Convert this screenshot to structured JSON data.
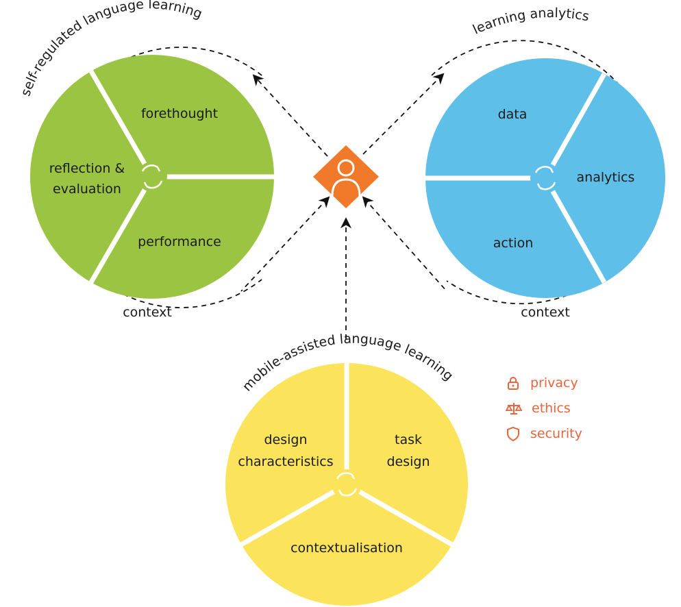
{
  "diagram": {
    "srl": {
      "title": "self-regulated language learning",
      "segments": [
        "forethought",
        "performance",
        "reflection &",
        "evaluation"
      ],
      "context": "context",
      "color": "#9cc443"
    },
    "la": {
      "title": "learning analytics",
      "segments": [
        "data",
        "analytics",
        "action"
      ],
      "context": "context",
      "color": "#5ebfe8"
    },
    "mall": {
      "title": "mobile-assisted language learning",
      "segments": [
        "design",
        "characteristics",
        "task",
        "design",
        "contextualisation"
      ],
      "color": "#fbe45b"
    },
    "center": {
      "icon": "learner-icon",
      "color": "#f07a2a"
    },
    "legend": {
      "color": "#e8643c",
      "items": [
        {
          "icon": "lock-icon",
          "label": "privacy"
        },
        {
          "icon": "scales-icon",
          "label": "ethics"
        },
        {
          "icon": "shield-icon",
          "label": "security"
        }
      ]
    }
  }
}
